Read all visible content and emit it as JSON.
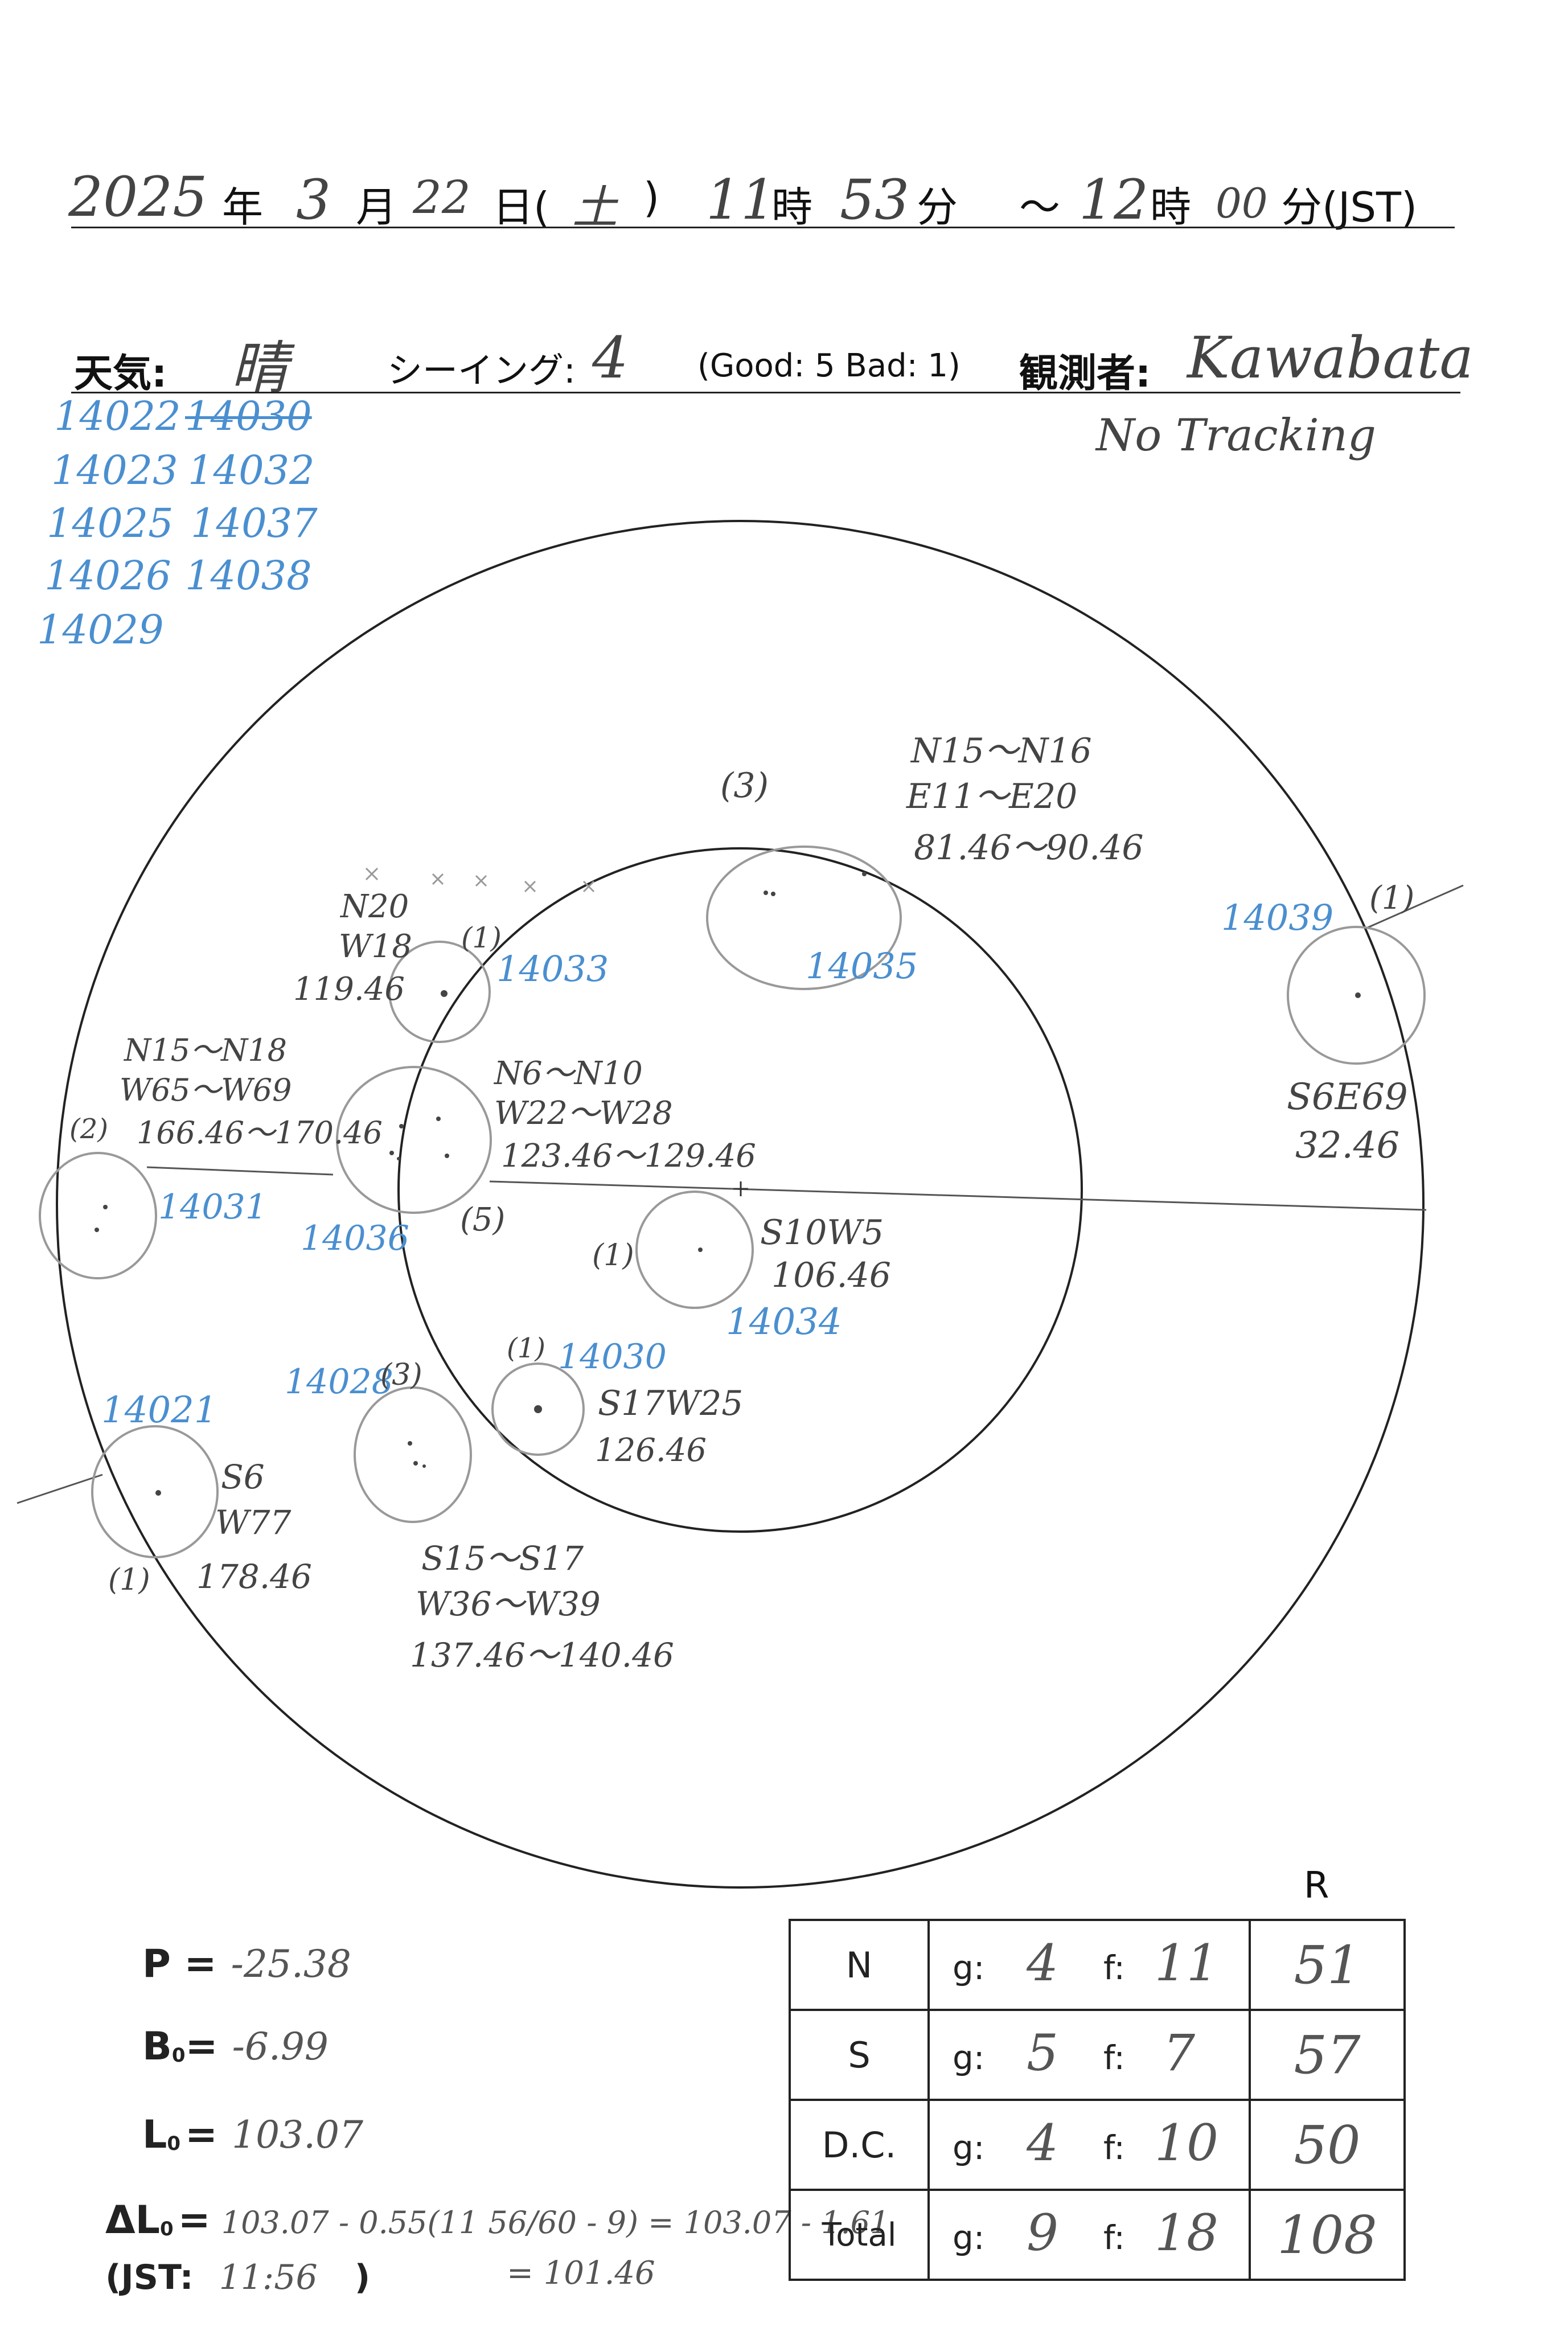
{
  "header": {
    "year": "2025",
    "year_unit": "年",
    "month": "3",
    "month_unit": "月",
    "day": "22",
    "day_unit": "日(",
    "weekday": "土",
    "weekday_close": ")",
    "start_hour": "11",
    "hour_unit": "時",
    "start_min": "53",
    "min_unit": "分",
    "tilde": "～",
    "end_hour": "12",
    "hour_unit2": "時",
    "end_min": "00",
    "min_unit_tz": "分(JST)"
  },
  "weather_row": {
    "weather_label": "天気:",
    "weather_value": "晴",
    "seeing_label": "シーイング:",
    "seeing_value": "4",
    "seeing_scale": "(Good: 5  Bad: 1)",
    "observer_label": "観測者:",
    "observer_value": "Kawabata",
    "note": "No Tracking"
  },
  "region_list": {
    "col1": [
      "14022",
      "14023",
      "14025",
      "14026",
      "14029"
    ],
    "col2": [
      "14030",
      "14032",
      "14037",
      "14038"
    ],
    "struck": "14030"
  },
  "disk_annotations": [
    {
      "id": "a1",
      "text": "(3)",
      "color": "hand"
    },
    {
      "id": "a2",
      "text": "N15～N16",
      "color": "hand"
    },
    {
      "id": "a3",
      "text": "E11～E20",
      "color": "hand"
    },
    {
      "id": "a4",
      "text": "81.46～90.46",
      "color": "hand"
    },
    {
      "id": "a5",
      "text": "14035",
      "color": "blue"
    },
    {
      "id": "a6",
      "text": "14039",
      "color": "blue"
    },
    {
      "id": "a7",
      "text": "(1)",
      "color": "hand"
    },
    {
      "id": "a8",
      "text": "S6E69",
      "color": "hand"
    },
    {
      "id": "a9",
      "text": "32.46",
      "color": "hand"
    },
    {
      "id": "a10",
      "text": "N20",
      "color": "hand"
    },
    {
      "id": "a11",
      "text": "W18",
      "color": "hand"
    },
    {
      "id": "a12",
      "text": "119.46",
      "color": "hand"
    },
    {
      "id": "a13",
      "text": "(1)",
      "color": "hand"
    },
    {
      "id": "a14",
      "text": "14033",
      "color": "blue"
    },
    {
      "id": "a15",
      "text": "N15～N18",
      "color": "hand"
    },
    {
      "id": "a16",
      "text": "W65～W69",
      "color": "hand"
    },
    {
      "id": "a17",
      "text": "166.46～170.46",
      "color": "hand"
    },
    {
      "id": "a18",
      "text": "(2)",
      "color": "hand"
    },
    {
      "id": "a19",
      "text": "14031",
      "color": "blue"
    },
    {
      "id": "a20",
      "text": "N6～N10",
      "color": "hand"
    },
    {
      "id": "a21",
      "text": "W22～W28",
      "color": "hand"
    },
    {
      "id": "a22",
      "text": "123.46～129.46",
      "color": "hand"
    },
    {
      "id": "a23",
      "text": "14036",
      "color": "blue"
    },
    {
      "id": "a24",
      "text": "(5)",
      "color": "hand"
    },
    {
      "id": "a25",
      "text": "(1)",
      "color": "hand"
    },
    {
      "id": "a26",
      "text": "S10W5",
      "color": "hand"
    },
    {
      "id": "a27",
      "text": "106.46",
      "color": "hand"
    },
    {
      "id": "a28",
      "text": "14034",
      "color": "blue"
    },
    {
      "id": "a29",
      "text": "(1)",
      "color": "hand"
    },
    {
      "id": "a30",
      "text": "14030",
      "color": "blue"
    },
    {
      "id": "a31",
      "text": "S17W25",
      "color": "hand"
    },
    {
      "id": "a32",
      "text": "126.46",
      "color": "hand"
    },
    {
      "id": "a33",
      "text": "14028",
      "color": "blue"
    },
    {
      "id": "a34",
      "text": "(3)",
      "color": "hand"
    },
    {
      "id": "a35",
      "text": "14021",
      "color": "blue"
    },
    {
      "id": "a36",
      "text": "S6",
      "color": "hand"
    },
    {
      "id": "a37",
      "text": "W77",
      "color": "hand"
    },
    {
      "id": "a38",
      "text": "178.46",
      "color": "hand"
    },
    {
      "id": "a39",
      "text": "(1)",
      "color": "hand"
    },
    {
      "id": "a40",
      "text": "S15～S17",
      "color": "hand"
    },
    {
      "id": "a41",
      "text": "W36～W39",
      "color": "hand"
    },
    {
      "id": "a42",
      "text": "137.46～140.46",
      "color": "hand"
    }
  ],
  "params": {
    "p_label": "P =",
    "p_value": "-25.38",
    "b_label": "B",
    "b_sub": "0",
    "b_eq": "=",
    "b_value": "-6.99",
    "l_label": "L",
    "l_sub": "0",
    "l_eq": "=",
    "l_value": "103.07",
    "dl_label": "ΔL",
    "dl_sub": "0",
    "dl_eq": "=",
    "dl_value": "103.07 - 0.55(11 56/60 - 9) = 103.07 - 1.61",
    "dl_result": "= 101.46",
    "jst_label": "(JST:",
    "jst_value": "11:56",
    "jst_close": ")"
  },
  "summary": {
    "r_header": "R",
    "g_key": "g:",
    "f_key": "f:",
    "rows": [
      {
        "label": "N",
        "g": "4",
        "f": "11",
        "r": "51"
      },
      {
        "label": "S",
        "g": "5",
        "f": "7",
        "r": "57"
      },
      {
        "label": "D.C.",
        "g": "4",
        "f": "10",
        "r": "50"
      },
      {
        "label": "Total",
        "g": "9",
        "f": "18",
        "r": "108"
      }
    ]
  }
}
